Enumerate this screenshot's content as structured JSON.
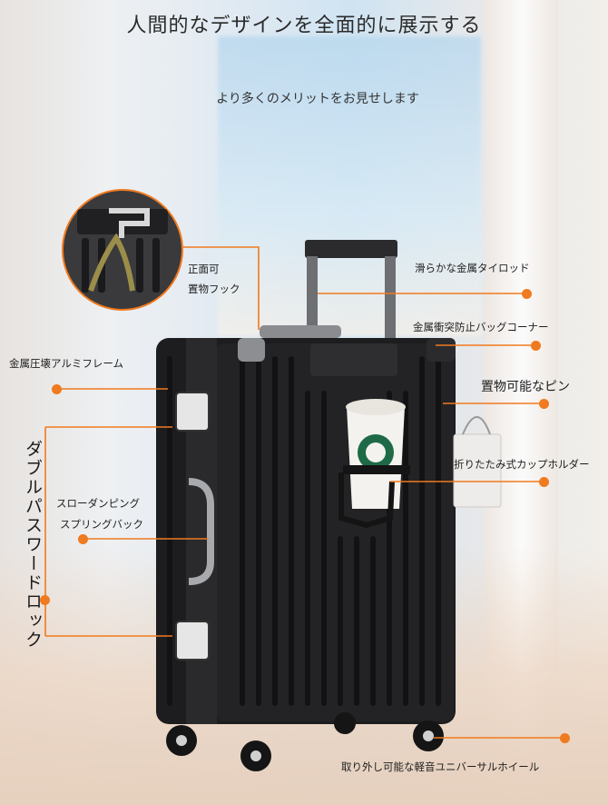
{
  "title": "人間的なデザインを全面的に展示する",
  "subtitle": "より多くのメリットをお見せします",
  "callouts": {
    "hook_line1": "正面可",
    "hook_line2": "置物フック",
    "tie_rod": "滑らかな金属タイロッド",
    "corner": "金属衝突防止バッグコーナー",
    "frame": "金属圧壊アルミフレーム",
    "pin": "置物可能なピン",
    "cup_holder": "折りたたみ式カップホルダー",
    "handle_line1": "スローダンピング",
    "handle_line2": "スプリングバック",
    "lock_vertical": "ダブルパスワードロック",
    "wheels": "取り外し可能な軽音ユニバーサルホイール"
  },
  "colors": {
    "accent": "#f07a1f",
    "suitcase": "#1d1d1f"
  },
  "icons": [
    "hook-inset-photo",
    "suitcase-illustration",
    "coffee-cup-illustration",
    "combination-lock-icon",
    "spinner-wheel-icon"
  ]
}
